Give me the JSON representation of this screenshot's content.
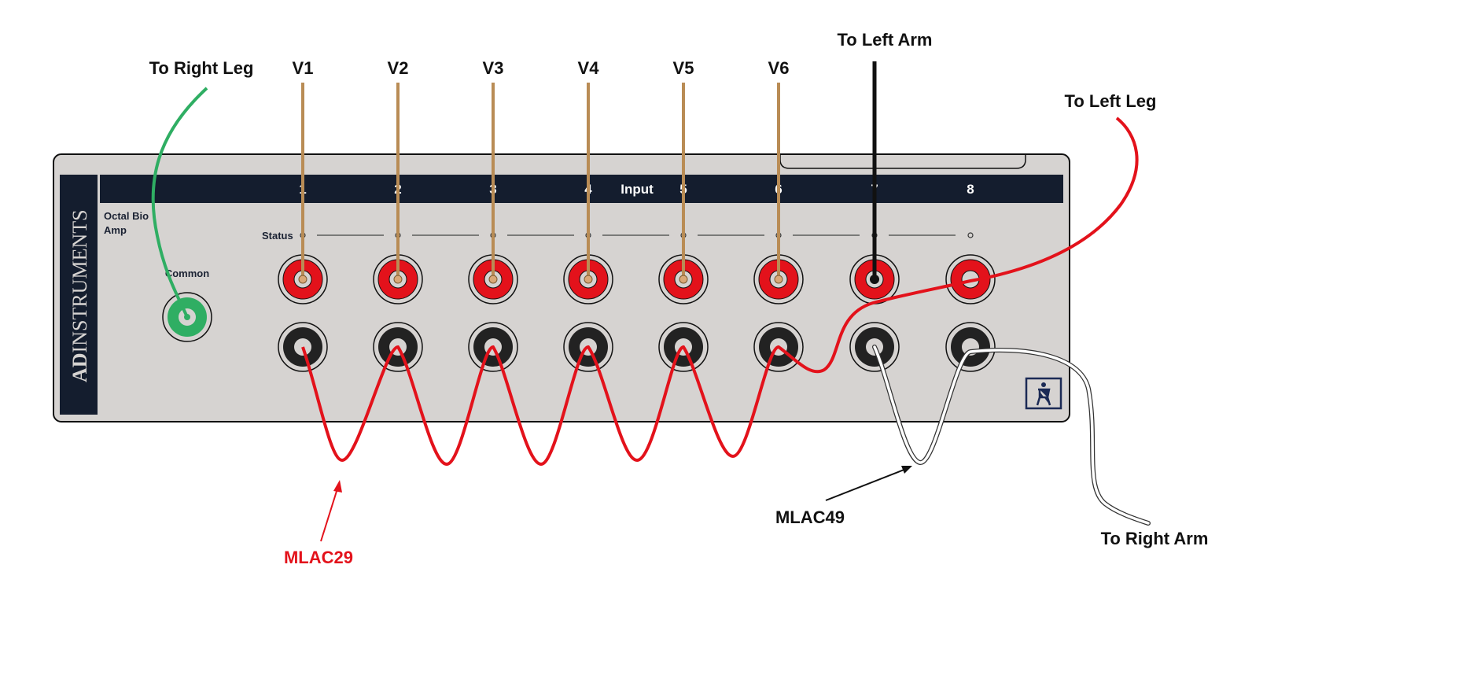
{
  "device": {
    "brand": "ADINSTRUMENTS",
    "brand_bold": "AD",
    "brand_rest": "INSTRUMENTS",
    "model_line1": "Octal Bio",
    "model_line2": "Amp",
    "input_label": "Input",
    "status_label": "Status",
    "common_label": "Common",
    "channels": [
      "1",
      "2",
      "3",
      "4",
      "5",
      "6",
      "7",
      "8"
    ]
  },
  "leads": {
    "right_leg": "To Right Leg",
    "left_arm": "To Left Arm",
    "left_leg": "To Left Leg",
    "right_arm": "To Right Arm",
    "chest": [
      "V1",
      "V2",
      "V3",
      "V4",
      "V5",
      "V6"
    ]
  },
  "cables": {
    "mlac29": "MLAC29",
    "mlac49": "MLAC49"
  },
  "colors": {
    "panel": "#d6d3d1",
    "navy": "#141d2e",
    "red": "#e3121b",
    "green": "#2fae63",
    "tan": "#b98c55",
    "black": "#111111",
    "white_wire": "#ffffff"
  }
}
